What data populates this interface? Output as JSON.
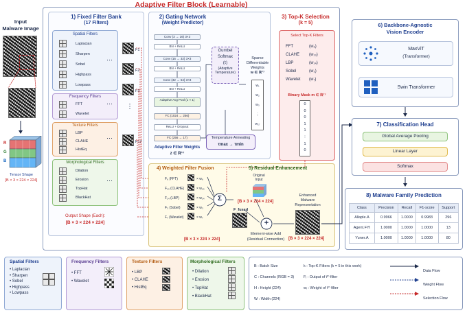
{
  "title": "Adaptive Filter Block (Learnable)",
  "input": {
    "label_1": "Input",
    "label_2": "Malware Image",
    "tensor_label": "Tensor Shape",
    "tensor_shape": "[B × 3 × 224 × 224]",
    "channels": [
      "R",
      "G",
      "B"
    ]
  },
  "filter_bank": {
    "title": "1) Fixed Filter Bank",
    "subtitle": "(17 Filters)",
    "groups": [
      {
        "name": "Spatial Filters",
        "items": [
          "Laplacian",
          "Sharpen",
          "Sobel",
          "Highpass",
          "Lowpass"
        ]
      },
      {
        "name": "Frequency Filters",
        "items": [
          "FFT",
          "Wavelet"
        ]
      },
      {
        "name": "Texture Filters",
        "items": [
          "LBP",
          "CLAHE",
          "HistEq"
        ]
      },
      {
        "name": "Morphological Filters",
        "items": [
          "Dilation",
          "Erosion",
          "TopHat",
          "BlackHat"
        ]
      }
    ],
    "outputs": [
      "F1",
      "F2",
      "F3",
      "F17"
    ],
    "output_shape_label": "Output Shape (Each):",
    "output_shape": "[B × 3 × 224 × 224]"
  },
  "gating": {
    "title": "2) Gating Network",
    "subtitle": "(Weight Predictor)",
    "layers": [
      "Conv (3 → 16)   3×3",
      "BN + ReLU",
      "Conv (16 → 32)  3×3",
      "BN + ReLU",
      "Conv (32 → 64)  3×3",
      "BN + ReLU",
      "Adaptive Avg Pool (1 × 1)",
      "FC (1024 → 256)",
      "ReLU + Dropout",
      "FC (256 → 17)"
    ],
    "softmax_lines": [
      "Gumbel",
      "Softmax",
      "(τ)",
      "(Adaptive",
      "Temperature)"
    ],
    "annealing_label": "Temperature Annealing",
    "annealing_formula": "τmax → τmin",
    "weights_label": "Adaptive Filter Weights",
    "weights_formula": "z ∈ ℝ¹⁷",
    "sparse_lines": [
      "Sparse",
      "Differentiable",
      "Weights"
    ],
    "sparse_formula": "w ∈ ℝ¹⁷",
    "w_entries": [
      "w₁",
      "w₂",
      "w₃",
      "⋮",
      "w₁₇"
    ]
  },
  "topk": {
    "title": "3) Top-K Selection",
    "subtitle": "(k = 5)",
    "header": "Select Top-K Filters",
    "filters": [
      {
        "name": "FFT",
        "w": "(w₆)"
      },
      {
        "name": "CLAHE",
        "w": "(w₁₃)"
      },
      {
        "name": "LBP",
        "w": "(w₁₄)"
      },
      {
        "name": "Sobel",
        "w": "(w₃)"
      },
      {
        "name": "Wavelet",
        "w": "(w₇)"
      }
    ],
    "mask_label": "Binary Mask m ∈ ℝ¹⁷",
    "mask_values": [
      "0",
      "0",
      "0",
      "1",
      "1",
      "⋮",
      "1",
      "0"
    ]
  },
  "fusion": {
    "title": "4) Weighted Filter Fusion",
    "rows": [
      {
        "f": "F₆ (FFT)",
        "w": "× w₆"
      },
      {
        "f": "F₁₃ (CLAHE)",
        "w": "× w₁₃"
      },
      {
        "f": "F₁₄ (LBP)",
        "w": "× w₁₄"
      },
      {
        "f": "F₃ (Sobel)",
        "w": "× w₃"
      },
      {
        "f": "F₇ (Wavelet)",
        "w": "× w₇"
      }
    ],
    "sum_symbol": "Σ",
    "fused_label": "F_fused",
    "fused_shape": "[B × 3 × 224 × 224]"
  },
  "residual": {
    "title": "5) Residual Enhancement",
    "original_label_1": "Original",
    "original_label_2": "Input",
    "original_shape": "[B × 3 × 224 × 224]",
    "plus_symbol": "+",
    "add_label_1": "Element-wise Add",
    "add_label_2": "(Residual Connection)",
    "enhanced_lines": [
      "Enhanced",
      "Malware",
      "Representation"
    ],
    "enhanced_shape": "[B × 3 × 224 × 224]"
  },
  "encoder": {
    "title": "6) Backbone-Agnostic",
    "subtitle": "Vision Encoder",
    "models": [
      {
        "name": "MaxViT",
        "sub": "(Transformer)"
      },
      {
        "name": "Swin Transformer",
        "sub": ""
      }
    ]
  },
  "head": {
    "title": "7) Classification Head",
    "layers": [
      "Global Average Pooling",
      "Linear Layer",
      "Softmax"
    ]
  },
  "prediction": {
    "title": "8) Malware Family Prediction",
    "columns": [
      "Class",
      "Precision",
      "Recall",
      "F1-score",
      "Support"
    ],
    "rows": [
      [
        "Allaple.A",
        "0.9966",
        "1.0000",
        "0.9983",
        "296"
      ],
      [
        "Agent.FYI",
        "1.0000",
        "1.0000",
        "1.0000",
        "13"
      ],
      [
        "Yuner.A",
        "1.0000",
        "1.0000",
        "1.0000",
        "80"
      ]
    ]
  },
  "legend": {
    "groups": [
      {
        "name": "Spatial Filters",
        "items": [
          "Laplacian",
          "Sharpen",
          "Sobel",
          "Highpass",
          "Lowpass"
        ]
      },
      {
        "name": "Frequency Filters",
        "items": [
          "FFT",
          "Wavelet"
        ]
      },
      {
        "name": "Texture Filters",
        "items": [
          "LBP",
          "CLAHE",
          "HistEq"
        ]
      },
      {
        "name": "Morphological Filters",
        "items": [
          "Dilation",
          "Erosion",
          "TopHat",
          "BlackHat"
        ]
      }
    ],
    "notation": [
      "B : Batch Size",
      "C : Channels (RGB = 3)",
      "H : Height (224)",
      "W : Width (224)",
      "k : Top-K Filters (k = 5 in this work)",
      "Fᵢ : Output of iᵗʰ filter",
      "wᵢ : Weight of iᵗʰ filter"
    ],
    "flows": [
      "Data Flow",
      "Weight Flow",
      "Selection Flow"
    ]
  },
  "colors": {
    "navy": "#1f3f8f",
    "red": "#c62828",
    "spatial": "#eef3fb",
    "frequency": "#f3eefa",
    "texture": "#fdf0e4",
    "morph": "#eef7ea",
    "gating": "#eef3fb",
    "topk": "#fdecec",
    "fusion": "#fffbe8"
  }
}
